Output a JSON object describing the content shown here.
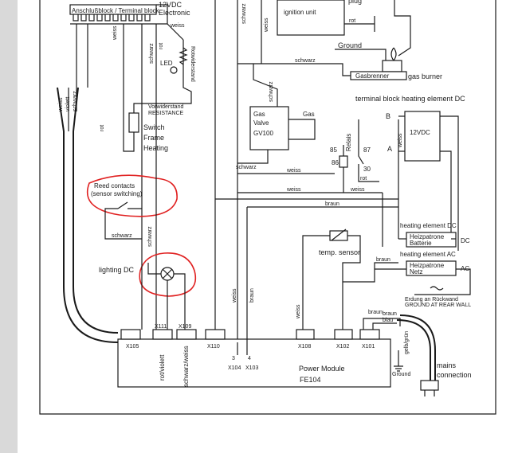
{
  "labels": {
    "anschluss": "Anschlußblock / Terminal block",
    "v12_1": "12VDC",
    "electronic": "Electronic",
    "weiss": "weiss",
    "weiss_upper": "weiss",
    "weiss_left": "weiss",
    "weiss_mid": "weiss",
    "weiss_right": "weiss",
    "weiss_sensor": "weiss",
    "weiss_heat": "weiss",
    "weiss_vert": "weiss",
    "weiss_x108": "weiss",
    "weiss_x110": "weiss",
    "violett": "violett",
    "schwarz_left": "schwarz",
    "schwarz_top": "schwarz",
    "schwarz_top2": "schwarz",
    "schwarz_mid": "schwarz",
    "schwarz_gas": "schwarz",
    "schwarz_bottom": "schwarz",
    "schwarz_reed": "schwarz",
    "schwarz_reed_v": "schwarz",
    "led": "LED",
    "rotwiderstand": "Rotwiderstand",
    "vorwiderstand": "Vorwiderstand",
    "resistance": "RESISTANCE",
    "rot_left": "rot",
    "rot_top": "rot",
    "rot_relay": "rot",
    "rot_x101": "rot",
    "switch": "Switch",
    "frame": "Frame",
    "heating": "Heating",
    "ignition_unit": "ignition unit",
    "plug": "plug",
    "ground": "Ground",
    "gasbrenner": "Gasbrenner",
    "gas_burner": "gas burner",
    "terminal_block_heating": "terminal block heating element  DC",
    "gas": "Gas",
    "valve": "Valve",
    "gv100": "GV100",
    "gas_label": "Gas",
    "relais": "Relais",
    "r85": "85",
    "r87": "87",
    "r86": "86",
    "r30": "30",
    "b": "B",
    "a": "A",
    "v12_2": "12VDC",
    "braun_upper": "braun",
    "braun_vert": "braun",
    "braun_sensor": "braun",
    "braun_x101": "braun",
    "braun_main": "braun",
    "blau": "blau",
    "reed1": "Reed contacts",
    "reed2": "(sensor switching)",
    "lighting": "lighting DC",
    "temp_sensor": "temp. sensor",
    "heating_dc": "heating element DC",
    "heizpatrone_b1": "Heizpatrone",
    "heizpatrone_b2": "Batterie",
    "dc": "DC",
    "heating_ac": "heating element AC",
    "heizpatrone_n1": "Heizpatrone",
    "heizpatrone_n2": "Netz",
    "ac": "AC",
    "erdung1": "Erdung an Rückwand",
    "erdung2": "GROUND AT  REAR WALL",
    "gelb_gruen": "gelb/grün",
    "x105": "X105",
    "x111": "X111",
    "x109": "X109",
    "x110": "X110",
    "x104": "X104",
    "x103": "X103",
    "x108": "X108",
    "x102": "X102",
    "x101": "X101",
    "pin3": "3",
    "pin4": "4",
    "rot_violett": "rot/violett",
    "schwarz_weiss": "schwarz/weiss",
    "power_module": "Power Module",
    "fe104": "FE104",
    "ground_bottom": "Ground",
    "mains": "mains",
    "connection": "connection"
  },
  "colors": {
    "annotation": "#e02020",
    "margin": "#d9d9d9",
    "ink": "#1a1a1a"
  }
}
